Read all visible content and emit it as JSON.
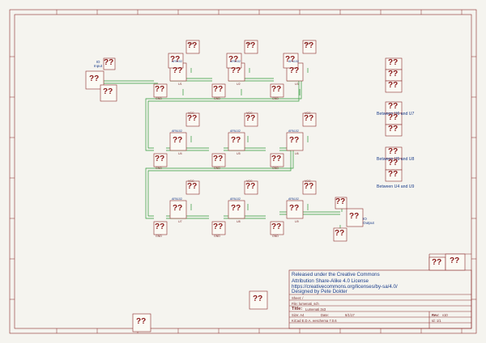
{
  "titleblock": {
    "license_line1": "Released under the Creative Commons",
    "license_line2": "Attribution Share-Alike 4.0 License",
    "license_line3": "https://creativecommons.org/licenses/by-sa/4.0/",
    "designer": "Designed by Pete Dokter",
    "sheet": "Sheet: /",
    "file": "File: lumenati_sch",
    "title_label": "Title:",
    "title_value": "Lumenati 3x3",
    "size_label": "Size: A4",
    "date_label": "Date:",
    "date_value": "6/1/17",
    "rev_label": "Rev:",
    "rev_value": "v10",
    "tool": "KiCad E.D.A.  eeschema 7.0.6",
    "id_label": "Id: 1/1"
  },
  "notes": {
    "u6_u7": "Between U6 and U7",
    "u5_u8": "Between U5 and U8",
    "u4_u9": "Between U4 and U9"
  },
  "ports": {
    "input": "IO\nInput",
    "output": "IO\nOutput"
  },
  "placeholder": "??",
  "parts": {
    "apa": "APA102",
    "gnd": "GND",
    "vcc": "VCC",
    "refs": [
      "U1",
      "U2",
      "U3",
      "U4",
      "U5",
      "U6",
      "U7",
      "U8",
      "U9"
    ]
  }
}
